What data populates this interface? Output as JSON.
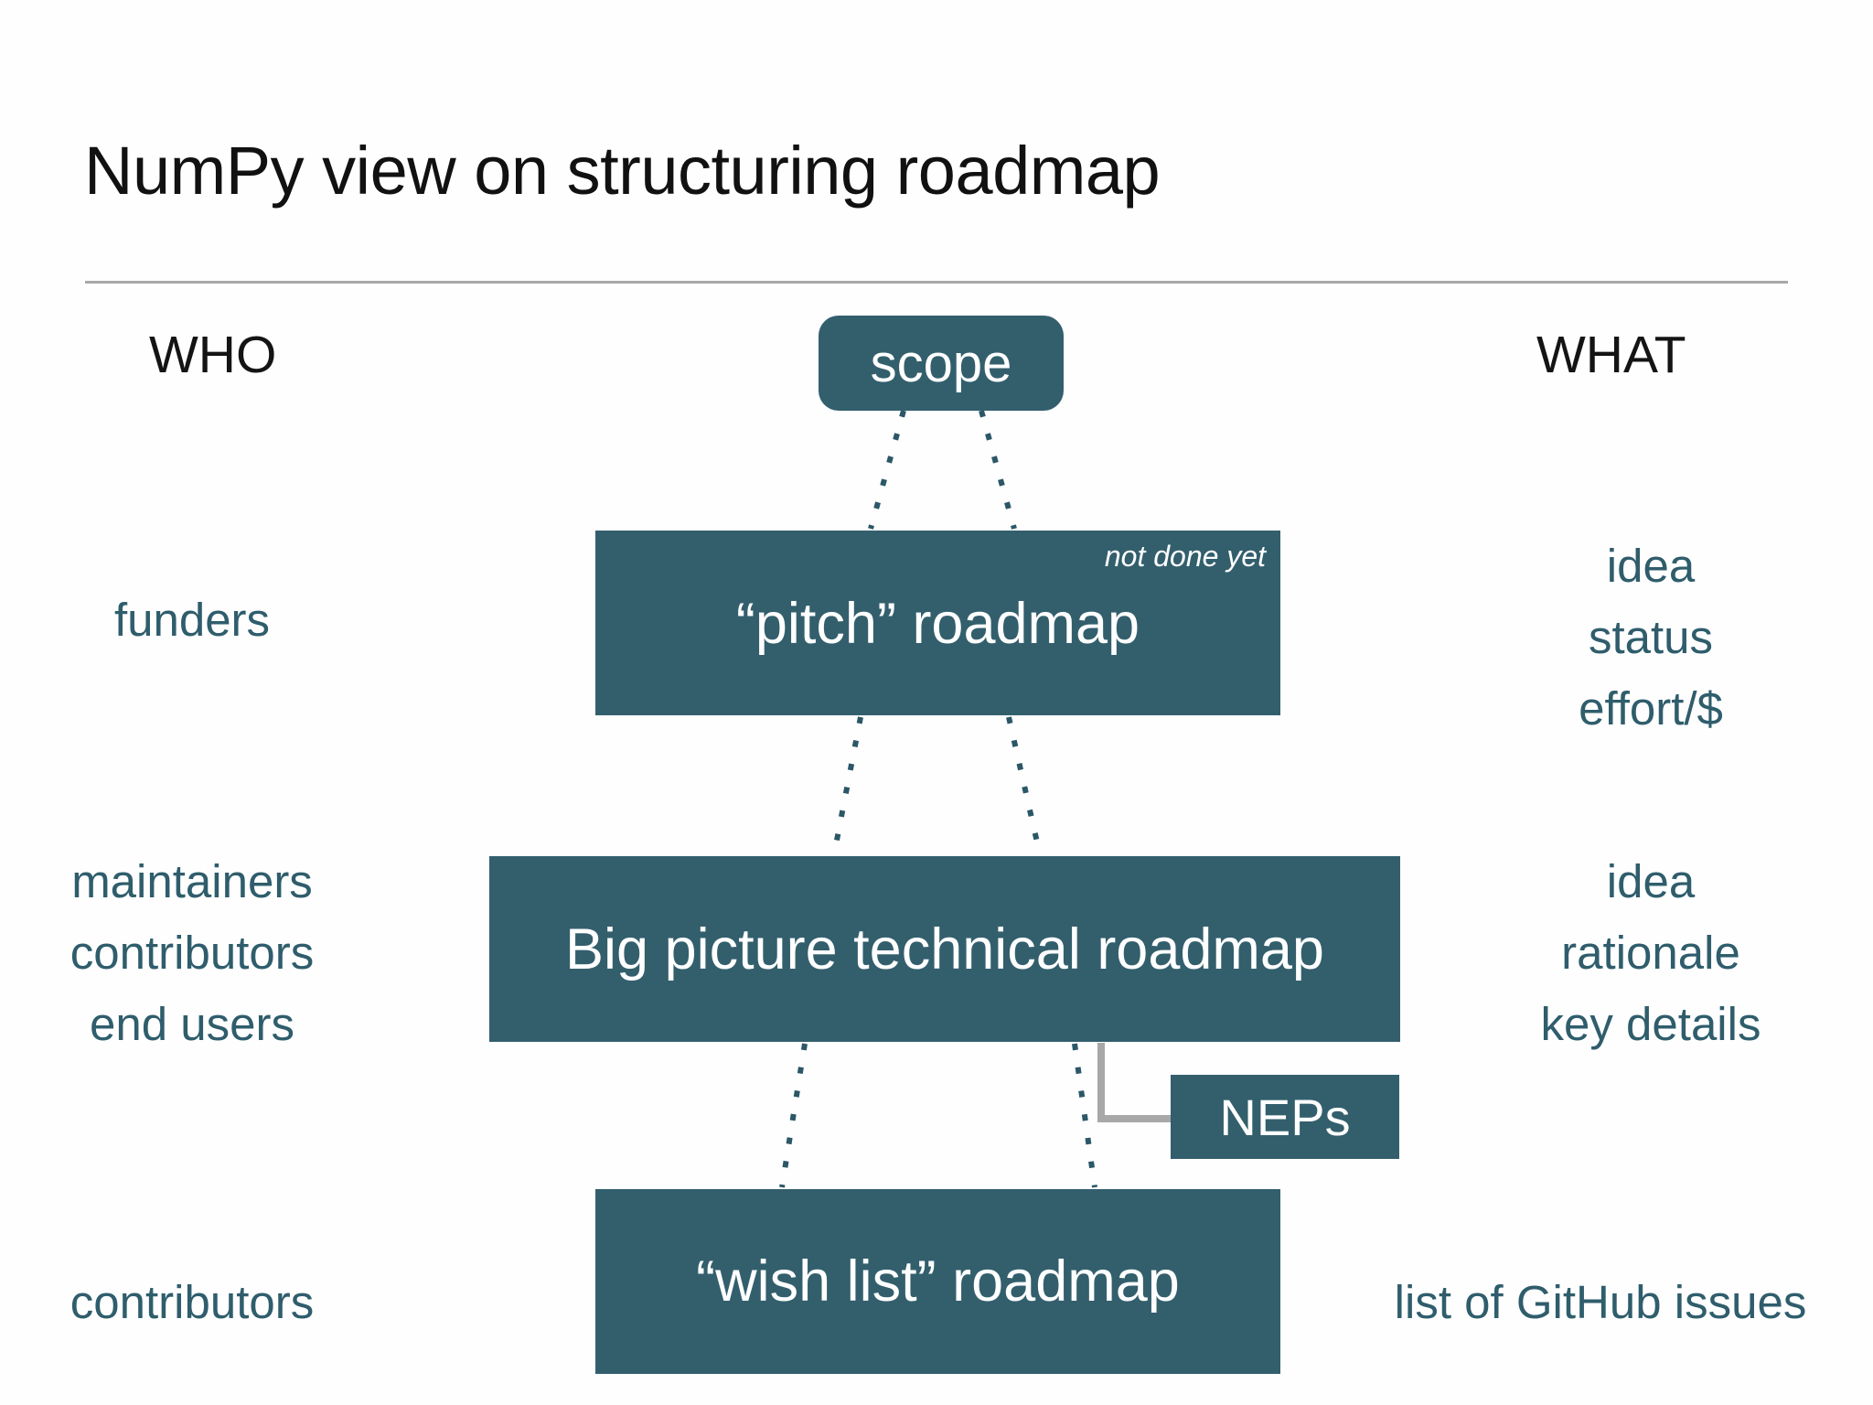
{
  "slide": {
    "title": "NumPy view on structuring roadmap",
    "accent_color": "#335f6d",
    "label_color": "#2f5d6c",
    "rule_color": "#a8a8a8",
    "connector_dot_color": "#2b5767",
    "connector_elbow_color": "#a8a8a8",
    "background": "#fefefe"
  },
  "columns": {
    "who_header": "WHO",
    "what_header": "WHAT"
  },
  "who": {
    "row1": [
      "funders"
    ],
    "row2": [
      "maintainers",
      "contributors",
      "end users"
    ],
    "row3": [
      "contributors"
    ]
  },
  "what": {
    "row1": [
      "idea",
      "status",
      "effort/$"
    ],
    "row2": [
      "idea",
      "rationale",
      "key details"
    ],
    "row3": [
      "list of GitHub issues"
    ]
  },
  "boxes": {
    "scope": {
      "label": "scope"
    },
    "pitch": {
      "label": "“pitch” roadmap",
      "note": "not done yet"
    },
    "bigpicture": {
      "label": "Big picture technical roadmap"
    },
    "neps": {
      "label": "NEPs"
    },
    "wishlist": {
      "label": "“wish list” roadmap"
    }
  }
}
